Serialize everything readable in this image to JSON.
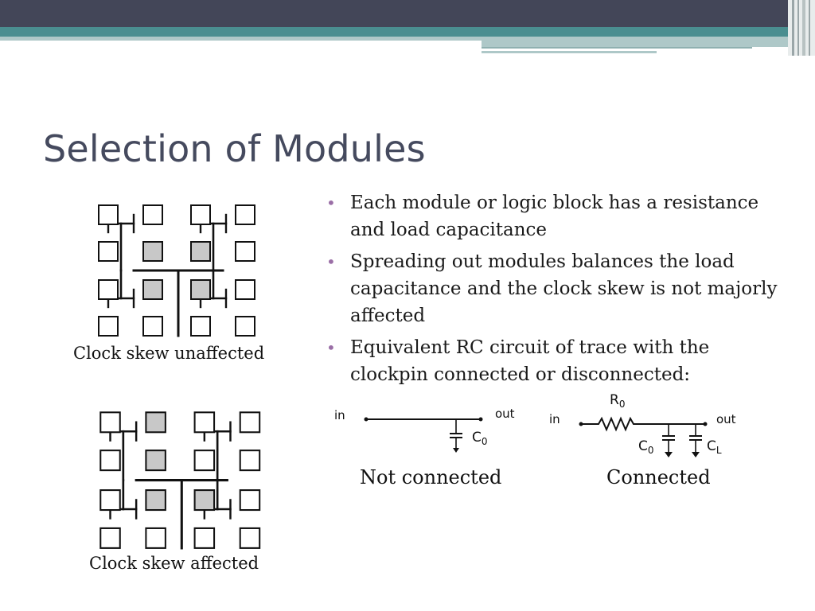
{
  "slide": {
    "title": "Selection of Modules",
    "bullets": [
      "Each module or logic block has a resistance and load capacitance",
      "Spreading out modules balances the load capacitance and the clock skew is not majorly affected",
      "Equivalent RC circuit of trace with the clockpin connected or disconnected:"
    ],
    "bullet_glyph": "•",
    "bullet_color": "#9a6ea6"
  },
  "figures": {
    "tree_top_caption": "Clock skew unaffected",
    "tree_bottom_caption": "Clock skew affected"
  },
  "circuits": {
    "not_connected": {
      "in_label": "in",
      "out_label": "out",
      "cap_label": "C",
      "cap_sub": "0",
      "caption": "Not connected"
    },
    "connected": {
      "in_label": "in",
      "out_label": "out",
      "res_label": "R",
      "res_sub": "0",
      "cap0_label": "C",
      "cap0_sub": "0",
      "capl_label": "C",
      "capl_sub": "L",
      "caption": "Connected"
    }
  },
  "theme": {
    "bar_dark": "#434658",
    "bar_teal": "#4a8e90",
    "bar_light": "#aec8c8",
    "title_color": "#454a5e",
    "shaded_module": "#c8c8c8"
  }
}
